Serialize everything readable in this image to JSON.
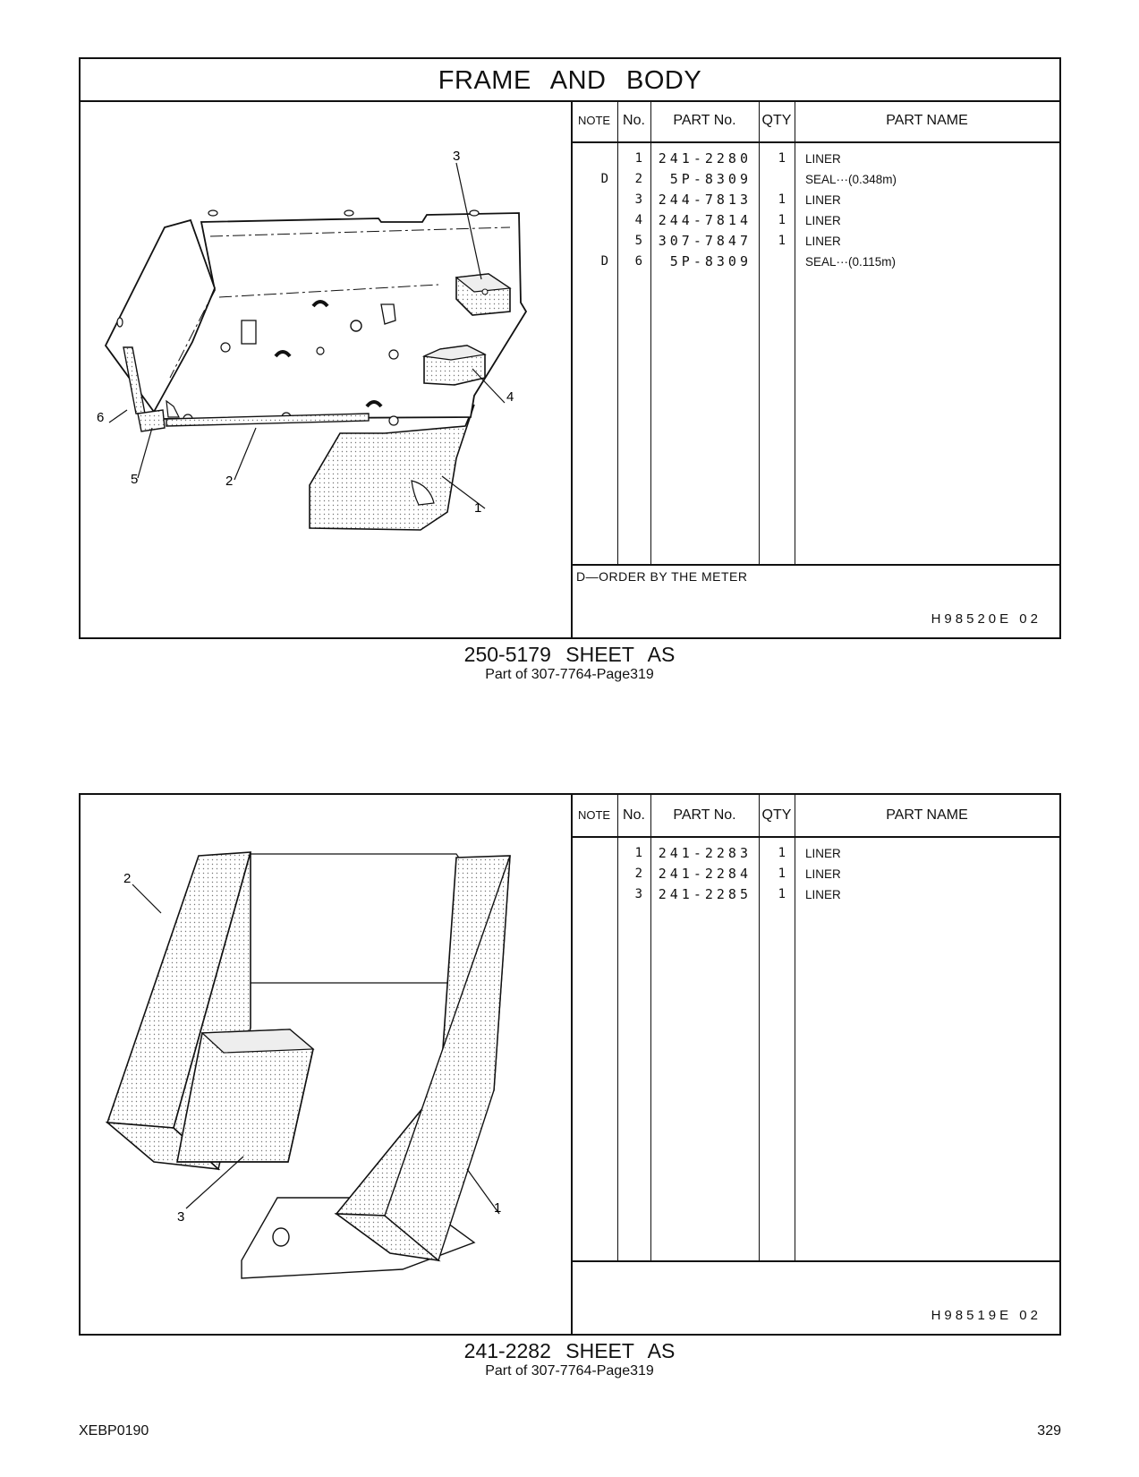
{
  "section_title": "FRAME AND BODY",
  "table_headers": {
    "note": "NOTE",
    "no": "No.",
    "part_no": "PART No.",
    "qty": "QTY",
    "part_name": "PART NAME"
  },
  "group1": {
    "rows": [
      {
        "note": "",
        "no": "1",
        "part_no": "241-2280",
        "qty": "1",
        "name": "LINER"
      },
      {
        "note": "D",
        "no": "2",
        "part_no": "5P-8309",
        "qty": "",
        "name": "SEAL···(0.348m)"
      },
      {
        "note": "",
        "no": "3",
        "part_no": "244-7813",
        "qty": "1",
        "name": "LINER"
      },
      {
        "note": "",
        "no": "4",
        "part_no": "244-7814",
        "qty": "1",
        "name": "LINER"
      },
      {
        "note": "",
        "no": "5",
        "part_no": "307-7847",
        "qty": "1",
        "name": "LINER"
      },
      {
        "note": "D",
        "no": "6",
        "part_no": "5P-8309",
        "qty": "",
        "name": "SEAL···(0.115m)"
      }
    ],
    "footnote": "D—ORDER BY THE METER",
    "illustration_code": "H98520E   02",
    "callouts": [
      "1",
      "2",
      "3",
      "4",
      "5",
      "6"
    ],
    "caption_title": "250-5179  SHEET AS",
    "caption_sub": "Part of 307-7764-Page319"
  },
  "group2": {
    "rows": [
      {
        "note": "",
        "no": "1",
        "part_no": "241-2283",
        "qty": "1",
        "name": "LINER"
      },
      {
        "note": "",
        "no": "2",
        "part_no": "241-2284",
        "qty": "1",
        "name": "LINER"
      },
      {
        "note": "",
        "no": "3",
        "part_no": "241-2285",
        "qty": "1",
        "name": "LINER"
      }
    ],
    "footnote": "",
    "illustration_code": "H98519E   02",
    "callouts": [
      "1",
      "2",
      "3"
    ],
    "caption_title": "241-2282  SHEET AS",
    "caption_sub": "Part of 307-7764-Page319"
  },
  "footer": {
    "doc_code": "XEBP0190",
    "page_number": "329"
  }
}
